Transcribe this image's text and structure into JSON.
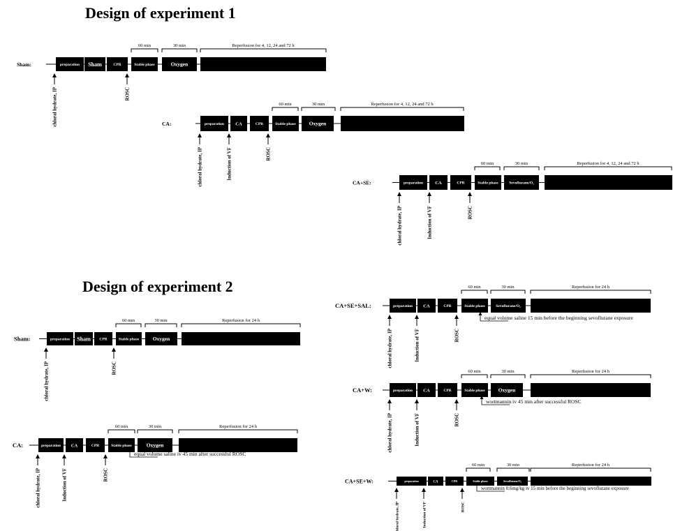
{
  "titles": {
    "exp1": "Design of experiment 1",
    "exp2": "Design of experiment 2"
  },
  "timing": {
    "stable": "60 min",
    "oxygen": "30 min",
    "reperfusion_multi": "Reperfusion for 4, 12, 24 and 72 h",
    "reperfusion_24": "Reperfusion for 24 h"
  },
  "block_labels": {
    "preparation": "preparation",
    "sham": "Sham",
    "ca": "CA",
    "cpr": "CPR",
    "stable_phase": "Stable phase",
    "oxygen": "Oxygen",
    "sevoflurane": "Sevoflurane/O₂"
  },
  "markers": {
    "chloral": "chloral hydrate, IP",
    "vf": "Induction of VF",
    "rosc": "ROSC"
  },
  "groups": {
    "sham": "Sham:",
    "ca": "CA:",
    "ca_se": "CA+SE:",
    "ca_se_sal": "CA+SE+SAL:",
    "ca_w": "CA+W:",
    "ca_se_w": "CA+SE+W:"
  },
  "annotations": {
    "ca_saline": "equal volume saline iv 45 min after successful ROSC",
    "sal_saline": "equal volume saline 15 min before the beginning sevoflurane exposure",
    "w_wortmannin": "wortmannin iv 45 min after successful ROSC",
    "sew_wortmannin": "wortmannin 0.6mg/kg iv 15 min before the beginning sevoflurane exposure"
  }
}
